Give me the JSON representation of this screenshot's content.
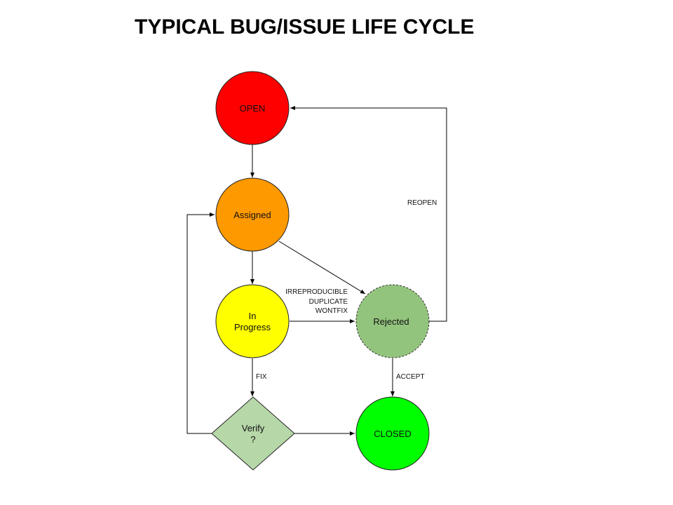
{
  "title": "TYPICAL BUG/ISSUE LIFE CYCLE",
  "nodes": {
    "open": {
      "label": "OPEN",
      "shape": "circle",
      "color": "#ff0000"
    },
    "assigned": {
      "label": "Assigned",
      "shape": "circle",
      "color": "#ff9900"
    },
    "in_progress": {
      "label_line1": "In",
      "label_line2": "Progress",
      "shape": "circle",
      "color": "#ffff00"
    },
    "rejected": {
      "label": "Rejected",
      "shape": "circle-dashed",
      "color": "#93c47d"
    },
    "verify": {
      "label_line1": "Verify",
      "label_line2": "?",
      "shape": "diamond",
      "color": "#b6d7a8"
    },
    "closed": {
      "label": "CLOSED",
      "shape": "circle",
      "color": "#00ff00"
    }
  },
  "edges": {
    "reopen": {
      "label": "REOPEN",
      "from": "Rejected",
      "to": "OPEN"
    },
    "reject_reasons": {
      "line1": "IRREPRODUCIBLE",
      "line2": "DUPLICATE",
      "line3": "WONTFIX",
      "from": "In Progress",
      "to": "Rejected"
    },
    "fix": {
      "label": "FIX",
      "from": "In Progress",
      "to": "Verify ?"
    },
    "accept": {
      "label": "ACCEPT",
      "from": "Rejected",
      "to": "CLOSED"
    }
  }
}
